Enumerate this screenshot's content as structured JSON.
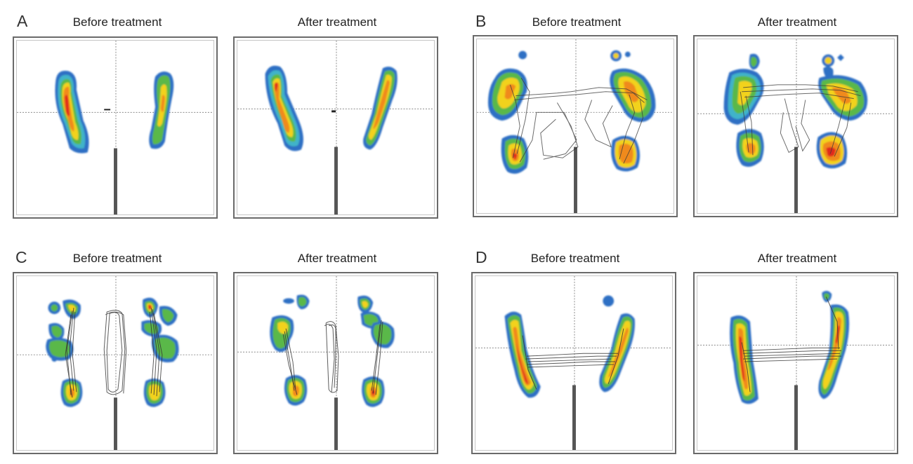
{
  "panels": {
    "A": {
      "letter": "A",
      "before": "Before treatment",
      "after": "After treatment"
    },
    "B": {
      "letter": "B",
      "before": "Before treatment",
      "after": "After treatment"
    },
    "C": {
      "letter": "C",
      "before": "Before treatment",
      "after": "After treatment"
    },
    "D": {
      "letter": "D",
      "before": "Before treatment",
      "after": "After treatment"
    }
  },
  "colors": {
    "frame": "#6a6a6a",
    "grid": "#888888",
    "heat_blue": "#2f6fc4",
    "heat_cyan": "#3fb3c9",
    "heat_green": "#5ab84a",
    "heat_yellow": "#f2d21c",
    "heat_orange": "#f08a1a",
    "heat_red": "#e02a1a",
    "trace": "#3a3a3a"
  }
}
